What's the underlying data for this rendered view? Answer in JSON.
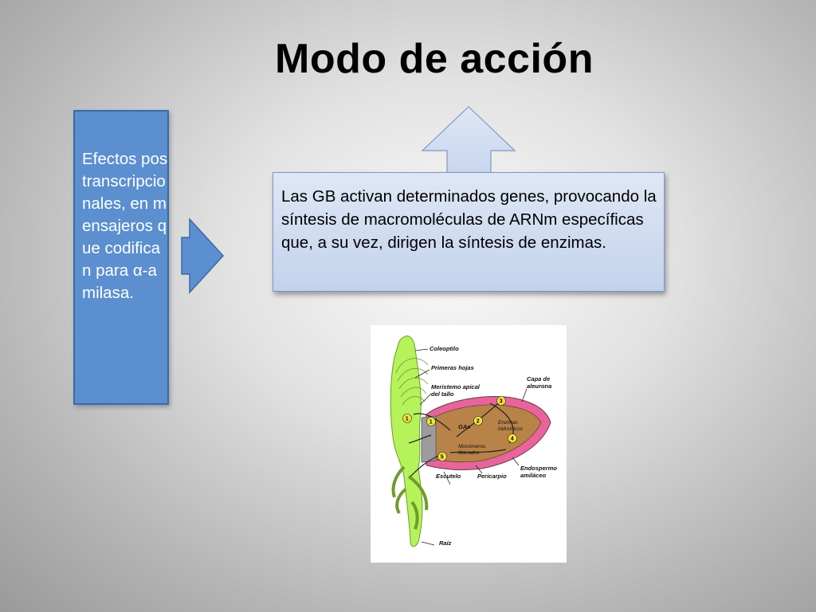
{
  "slide": {
    "title": "Modo de acción",
    "left_box_text": "Efectos postranscripcionales, en mensajeros que codifican para α-amilasa.",
    "main_box_text": "Las GB activan determinados genes, provocando la síntesis de macromoléculas de ARNm específicas que, a su vez, dirigen la síntesis de enzimas."
  },
  "diagram": {
    "labels": {
      "coleoptilo": "Coleoptilo",
      "primeras_hojas": "Primeras hojas",
      "meristemo_1": "Meristemo apical",
      "meristemo_2": "del tallo",
      "capa_1": "Capa de",
      "capa_2": "aleurona",
      "gas": "GAs",
      "enzimas_1": "Enzimas",
      "enzimas_2": "hidrolíticos",
      "monomeros_1": "Monómeros",
      "monomeros_2": "liberados",
      "endospermo_1": "Endospermo",
      "endospermo_2": "amiláceo",
      "escutelo": "Escutelo",
      "pericarpio": "Pericarpio",
      "raiz": "Raíz"
    },
    "steps": [
      "1",
      "1",
      "2",
      "3",
      "4",
      "5"
    ]
  },
  "colors": {
    "box_blue": "#5b8fd0",
    "seedling_green": "#b6f25a",
    "pericarp_pink": "#e8649c",
    "endosperm_brown": "#b88348"
  }
}
